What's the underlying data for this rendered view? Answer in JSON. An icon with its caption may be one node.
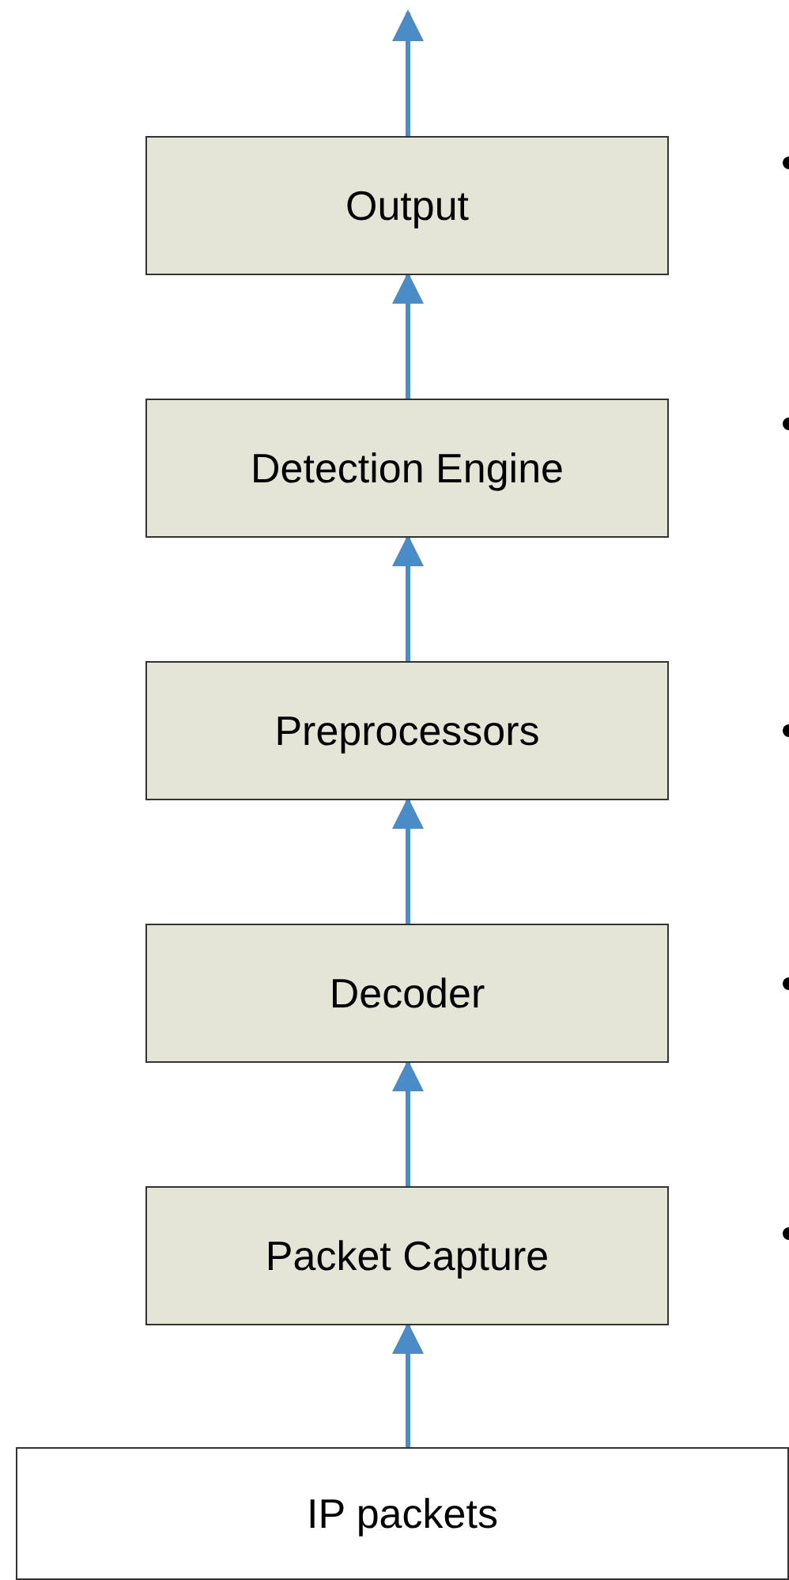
{
  "diagram": {
    "nodes": [
      {
        "text": [
          "Output"
        ]
      },
      {
        "text": [
          "Detection Engine"
        ]
      },
      {
        "text": [
          "Preprocessors"
        ]
      },
      {
        "text": [
          "Decoder"
        ]
      },
      {
        "text": [
          "Packet Capture"
        ]
      },
      {
        "text": [
          "IP packets"
        ]
      }
    ],
    "edges": [
      {
        "from": 5,
        "to": 4,
        "arrow": "to"
      },
      {
        "from": 4,
        "to": 3,
        "arrow": "to"
      },
      {
        "from": 3,
        "to": 2,
        "arrow": "to"
      },
      {
        "from": 2,
        "to": 1,
        "arrow": "to"
      },
      {
        "from": 1,
        "to": 0,
        "arrow": "to"
      },
      {
        "from": 0,
        "to": null,
        "arrow": "to"
      }
    ]
  }
}
